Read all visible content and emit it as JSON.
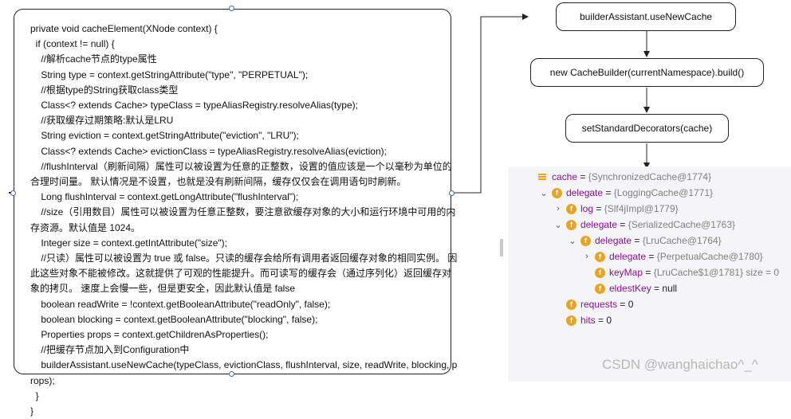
{
  "code": {
    "lines": [
      "private void cacheElement(XNode context) {",
      "  if (context != null) {",
      "    //解析cache节点的type属性",
      "    String type = context.getStringAttribute(\"type\", \"PERPETUAL\");",
      "    //根据type的String获取class类型",
      "    Class<? extends Cache> typeClass = typeAliasRegistry.resolveAlias(type);",
      "    //获取缓存过期策略:默认是LRU",
      "    String eviction = context.getStringAttribute(\"eviction\", \"LRU\");",
      "    Class<? extends Cache> evictionClass = typeAliasRegistry.resolveAlias(eviction);",
      "    //flushInterval（刷新间隔）属性可以被设置为任意的正整数，设置的值应该是一个以毫秒为单位的合理时间量。 默认情况是不设置，也就是没有刷新间隔，缓存仅仅会在调用语句时刷新。",
      "    Long flushInterval = context.getLongAttribute(\"flushInterval\");",
      "    //size（引用数目）属性可以被设置为任意正整数，要注意欲缓存对象的大小和运行环境中可用的内存资源。默认值是 1024。",
      "    Integer size = context.getIntAttribute(\"size\");",
      "    //只读）属性可以被设置为 true 或 false。只读的缓存会给所有调用者返回缓存对象的相同实例。 因此这些对象不能被修改。这就提供了可观的性能提升。而可读写的缓存会（通过序列化）返回缓存对象的拷贝。 速度上会慢一些，但是更安全，因此默认值是 false",
      "    boolean readWrite = !context.getBooleanAttribute(\"readOnly\", false);",
      "    boolean blocking = context.getBooleanAttribute(\"blocking\", false);",
      "    Properties props = context.getChildrenAsProperties();",
      "    //把缓存节点加入到Configuration中",
      "    builderAssistant.useNewCache(typeClass, evictionClass, flushInterval, size, readWrite, blocking, props);",
      "  }",
      "}"
    ]
  },
  "flow": {
    "step1": "builderAssistant.useNewCache",
    "step2": "new CacheBuilder(currentNamespace).build()",
    "step3": "setStandardDecorators(cache)"
  },
  "debug_tree": [
    {
      "name": "cache",
      "value": "{SynchronizedCache@1774}",
      "expander": "",
      "icon": "lines-icon",
      "depth": 0
    },
    {
      "name": "delegate",
      "value": "{LoggingCache@1771}",
      "expander": "⌄",
      "icon": "field-icon",
      "depth": 1
    },
    {
      "name": "log",
      "value": "{Slf4jImpl@1779}",
      "expander": "›",
      "icon": "field-icon",
      "depth": 2
    },
    {
      "name": "delegate",
      "value": "{SerializedCache@1763}",
      "expander": "⌄",
      "icon": "field-icon",
      "depth": 2
    },
    {
      "name": "delegate",
      "value": "{LruCache@1764}",
      "expander": "⌄",
      "icon": "field-icon",
      "depth": 3
    },
    {
      "name": "delegate",
      "value": "{PerpetualCache@1780}",
      "expander": "›",
      "icon": "field-icon",
      "depth": 4
    },
    {
      "name": "keyMap",
      "value": "{LruCache$1@1781}  size = 0",
      "expander": "",
      "icon": "field-icon",
      "depth": 4
    },
    {
      "name": "eldestKey",
      "value": "null",
      "expander": "",
      "icon": "field-icon",
      "depth": 4
    },
    {
      "name": "requests",
      "value": "0",
      "expander": "",
      "icon": "field-icon",
      "depth": 2
    },
    {
      "name": "hits",
      "value": "0",
      "expander": "",
      "icon": "field-icon",
      "depth": 2
    }
  ],
  "watermark": "CSDN @wanghaichao^_^",
  "colors": {
    "badge": "#e8a424",
    "field_name": "#871094",
    "handle": "#2b6cb0"
  }
}
